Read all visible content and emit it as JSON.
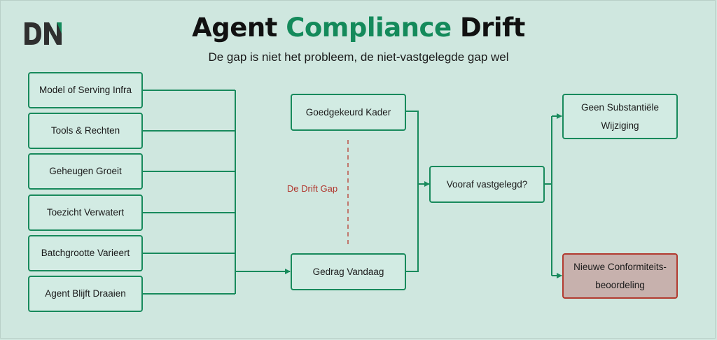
{
  "logo": {
    "text": "DN"
  },
  "title": {
    "part1": "Agent ",
    "accent": "Compliance",
    "part2": " Drift"
  },
  "subtitle": "De gap is niet het probleem, de niet-vastgelegde gap wel",
  "inputs": [
    "Model of Serving Infra",
    "Tools & Rechten",
    "Geheugen Groeit",
    "Toezicht Verwatert",
    "Batchgrootte Varieert",
    "Agent Blijft Draaien"
  ],
  "approved_frame": "Goedgekeurd Kader",
  "behavior_today": "Gedrag Vandaag",
  "drift_gap_label": "De Drift Gap",
  "decision": "Vooraf vastgelegd?",
  "outcome_yes": {
    "line1": "Geen Substantiële",
    "line2": "Wijziging"
  },
  "outcome_no": {
    "line1": "Nieuwe Conformiteits-",
    "line2": "beoordeling"
  },
  "colors": {
    "background": "#cfe7df",
    "box_border": "#188a5c",
    "accent": "#148a5b",
    "alert_fill": "#c7b1ad",
    "alert_border": "#b23b30",
    "gap_text": "#b0342b"
  }
}
